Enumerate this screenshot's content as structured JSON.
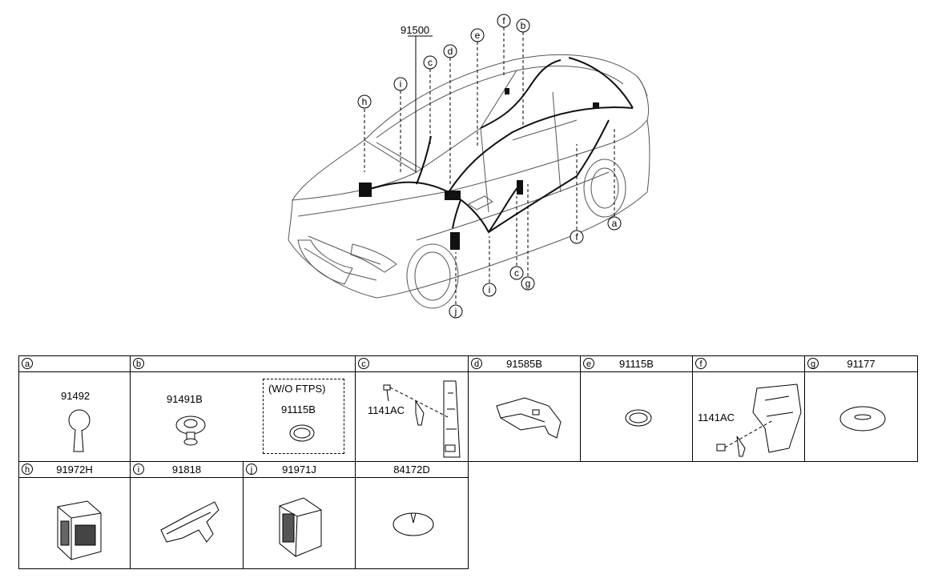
{
  "main_diagram": {
    "main_part_number": "91500",
    "callouts": [
      "a",
      "b",
      "c",
      "d",
      "e",
      "f",
      "g",
      "h",
      "i",
      "j"
    ]
  },
  "parts_table": [
    {
      "letter": "a",
      "part_number": "",
      "items": [
        "91492"
      ]
    },
    {
      "letter": "b",
      "part_number": "",
      "items": [
        "91491B",
        "91115B"
      ],
      "variant_note": "(W/O FTPS)"
    },
    {
      "letter": "c",
      "part_number": "",
      "items": [
        "1141AC"
      ]
    },
    {
      "letter": "d",
      "part_number": "91585B",
      "items": []
    },
    {
      "letter": "e",
      "part_number": "91115B",
      "items": []
    },
    {
      "letter": "f",
      "part_number": "",
      "items": [
        "1141AC"
      ]
    },
    {
      "letter": "g",
      "part_number": "91177",
      "items": []
    },
    {
      "letter": "h",
      "part_number": "91972H",
      "items": []
    },
    {
      "letter": "i",
      "part_number": "91818",
      "items": []
    },
    {
      "letter": "j",
      "part_number": "91971J",
      "items": []
    },
    {
      "letter": "",
      "part_number": "84172D",
      "items": []
    }
  ]
}
